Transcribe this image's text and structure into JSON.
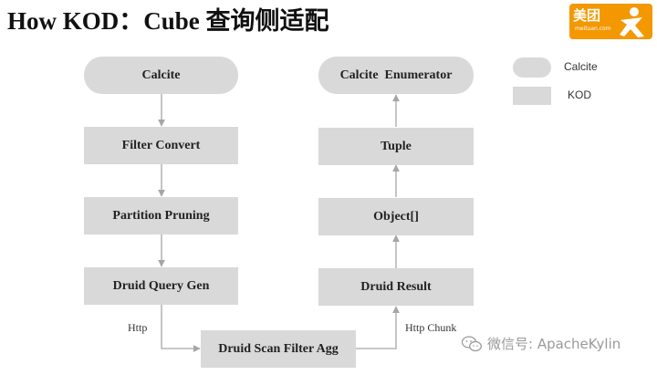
{
  "slide": {
    "title": "How KOD：Cube 查询侧适配"
  },
  "logo": {
    "text": "美团",
    "subtext": "meituan.com",
    "color": "#f39800"
  },
  "legend": [
    {
      "shape": "rounded",
      "label": "Calcite"
    },
    {
      "shape": "rect",
      "label": "KOD"
    }
  ],
  "nodes": {
    "calcite": "Calcite",
    "filter_convert": "Filter Convert",
    "partition_pruning": "Partition Pruning",
    "druid_query_gen": "Druid Query Gen",
    "druid_scan": "Druid Scan Filter Agg",
    "druid_result": "Druid Result",
    "object_array": "Object[]",
    "tuple": "Tuple",
    "calcite_enumerator": "Calcite  Enumerator"
  },
  "edge_labels": {
    "http": "Http",
    "http_chunk": "Http Chunk"
  },
  "watermark": {
    "icon": "wechat-icon",
    "text": "微信号: ApacheKylin"
  },
  "colors": {
    "node_fill": "#d9d9d9",
    "arrow": "#a6a6a6"
  }
}
